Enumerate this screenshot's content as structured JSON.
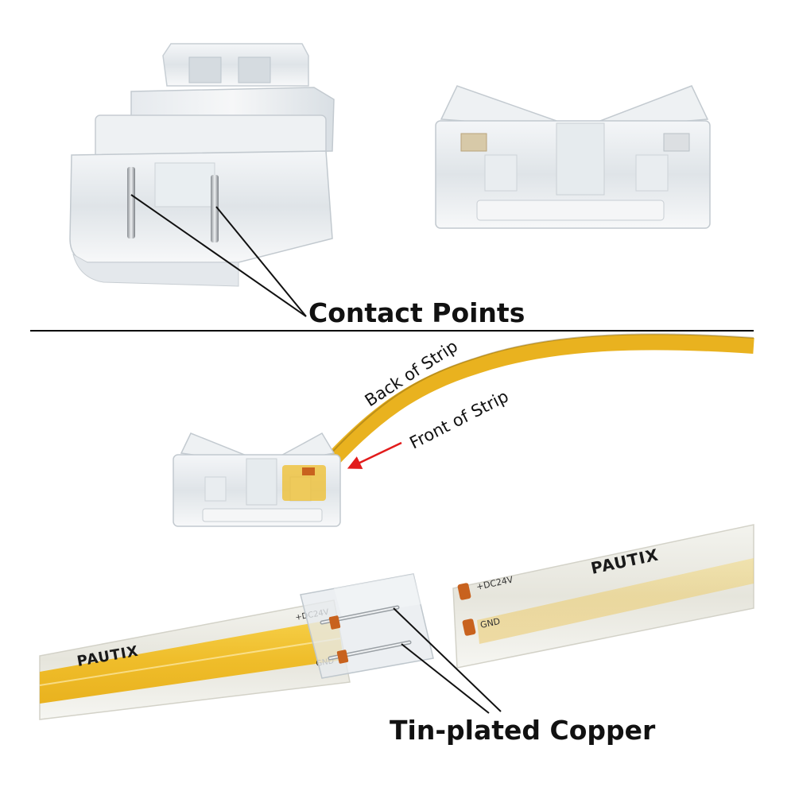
{
  "labels": {
    "contact_points": "Contact Points",
    "back_of_strip": "Back of Strip",
    "front_of_strip": "Front of Strip",
    "tin_plated_copper": "Tin-plated Copper"
  },
  "strip_print": {
    "brand": "PAUTIX",
    "positive": "+DC24V",
    "positive_short": "+DC24V",
    "ground": "GND",
    "ground_short": "GND"
  },
  "colors": {
    "led_yellow": "#f2c230",
    "plastic": "#e9edf0",
    "divider": "#000000",
    "arrow_red": "#e21b1b",
    "pad_copper": "#c8621e"
  }
}
